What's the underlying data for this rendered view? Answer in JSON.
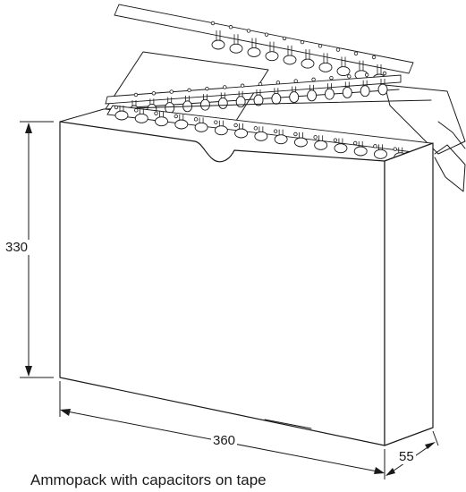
{
  "diagram": {
    "caption": "Ammopack with capacitors on tape",
    "dimensions": {
      "height": "330",
      "width": "360",
      "depth": "55"
    }
  },
  "capacitor_rows": {
    "top_tape_count": 10,
    "middle_tape_count": 15,
    "front_row_count": 16
  }
}
